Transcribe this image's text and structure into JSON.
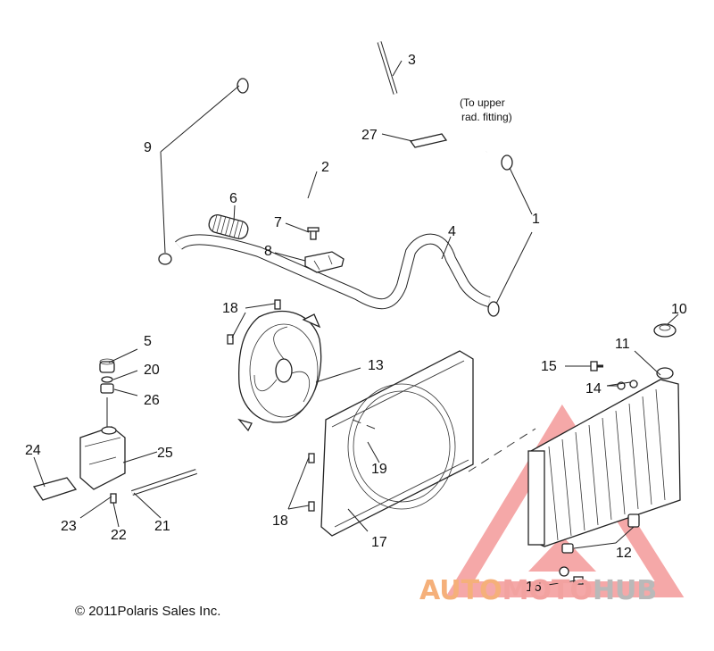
{
  "diagram": {
    "callouts": [
      "1",
      "2",
      "3",
      "4",
      "5",
      "6",
      "7",
      "8",
      "9",
      "10",
      "11",
      "12",
      "13",
      "14",
      "15",
      "16",
      "17",
      "18",
      "18",
      "19",
      "20",
      "21",
      "22",
      "23",
      "24",
      "25",
      "26",
      "27"
    ],
    "note_line1": "(To upper",
    "note_line2": "rad. fitting)",
    "copyright": "© 2011Polaris Sales Inc."
  },
  "watermark": {
    "part1": "AUTO",
    "part2": "MOTO",
    "part3": "HUB",
    "colors": {
      "orange": "#f5b07a",
      "red": "#e84a4a",
      "gray": "#b9b9b9"
    }
  }
}
